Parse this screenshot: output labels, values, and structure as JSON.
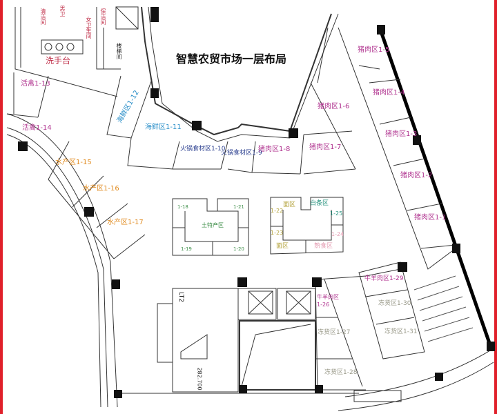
{
  "title": "智慧农贸市场一层布局",
  "colors": {
    "border": "#e0202a",
    "pork": "#b0338f",
    "seafood": "#2a8fc9",
    "aquatic": "#e08a1e",
    "frozen": "#9a9a8a"
  },
  "facilities": {
    "wash": "洗手台",
    "t1": "清洁间",
    "t2": "男卫",
    "t3": "女卫生间",
    "t4": "保洁间",
    "t5": "楼梯间",
    "lift": "LT2",
    "elev": "282.700"
  },
  "stalls": {
    "s13": "活禽1-13",
    "s14": "活禽1-14",
    "s12": "海鲜区1-12",
    "s11": "海鲜区1-11",
    "s10": "火锅食材区1-10",
    "s9": "火锅食材区1-9",
    "s8": "猪肉区1-8",
    "s7": "猪肉区1-7",
    "s6": "猪肉区1-6",
    "s5": "猪肉区1-5",
    "s4": "猪肉区1-4",
    "s3": "猪肉区1-3",
    "s2": "猪肉区1-2",
    "s1": "猪肉区1-1",
    "s15": "水产区1-15",
    "s16": "水产区1-16",
    "s17": "水产区1-17",
    "s18": "1-18",
    "s21": "1-21",
    "s19": "1-19",
    "s20": "1-20",
    "local": "土特产区",
    "noodle1": "面区",
    "baitiao": "白条区",
    "s22": "1-22",
    "s25": "1-25",
    "s23": "1-23",
    "s24": "1-24",
    "noodle2": "面区",
    "deli": "熟食区",
    "s26a": "牛羊肉区",
    "s26b": "1-26",
    "s27": "冻货区1-27",
    "s28": "冻货区1-28",
    "s29": "牛羊肉区1-29",
    "s30": "冻货区1-30",
    "s31": "冻货区1-31"
  }
}
